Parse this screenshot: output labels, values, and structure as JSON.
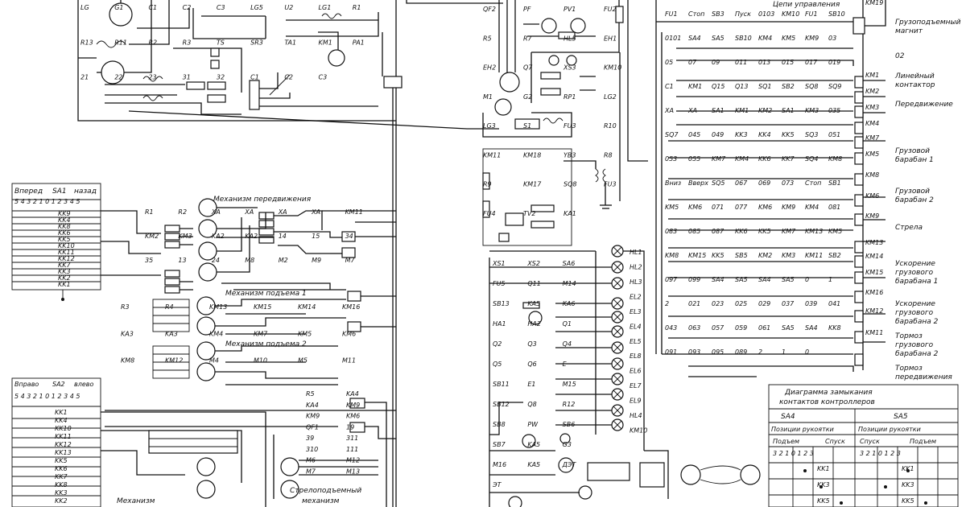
{
  "headers": {
    "control_circuit": "Цепи управления",
    "travel_mechanism": "Механизм передвижения",
    "hoist1": "Механизм подъема 1",
    "hoist2": "Механизм подъема 2",
    "boom_mech_1": "Стрелоподъемный",
    "boom_mech_2": "механизм",
    "mechanism": "Механизм",
    "diagram_title_1": "Диаграмма замыкания",
    "diagram_title_2": "контактов контроллеров"
  },
  "controllers": {
    "sa1": {
      "left": "Вперед",
      "mid": "SA1",
      "right": "назад",
      "positions": "5 4 3 2 1  0  1 2 3 4 5",
      "rows": [
        "KK9",
        "KK4",
        "KK8",
        "KK6",
        "KK5",
        "KK10",
        "KK11",
        "KK12",
        "KK7",
        "KK3",
        "KK2",
        "KK1"
      ]
    },
    "sa2": {
      "left": "Вправо",
      "mid": "SA2",
      "right": "влево",
      "positions": "5 4 3 2 1  0  1 2 3 4 5",
      "rows": [
        "KK1",
        "KK4",
        "KK10",
        "KK11",
        "KK12",
        "KK13",
        "KK5",
        "KK6",
        "KK7",
        "KK8",
        "KK3",
        "KK2"
      ]
    }
  },
  "right_labels": [
    "Грузоподъемный магнит",
    "02",
    "Линейный контактор",
    "Передвижение",
    "Грузовой барабан 1",
    "Грузовой барабан 2",
    "Стрела",
    "Ускорение грузового барабана 1",
    "Ускорение грузового барабана 2",
    "Тормоз грузового барабана 2",
    "Тормоз передвижения"
  ],
  "right_coils": [
    "KM19",
    "KM1",
    "KM2",
    "KM3",
    "KM4",
    "KM7",
    "KM5",
    "KM8",
    "KM6",
    "KM9",
    "KM13",
    "KM14",
    "KM15",
    "KM16",
    "KM12",
    "KM11"
  ],
  "left_top_labels": [
    "LG",
    "G1",
    "C1",
    "C2",
    "C3",
    "LG5",
    "U2",
    "LG1",
    "R1",
    "R13",
    "R11",
    "R2",
    "R3",
    "TS",
    "SR3",
    "TA1",
    "KM1",
    "PA1",
    "21",
    "22",
    "23",
    "31",
    "32",
    "C1",
    "C2",
    "C3"
  ],
  "travel_labels": [
    "R1",
    "R2",
    "XA",
    "XA",
    "XA",
    "XA",
    "KM11",
    "KM2",
    "KM3",
    "KA2",
    "KA2",
    "14",
    "15",
    "34",
    "35",
    "13",
    "24",
    "M8",
    "M2",
    "M9",
    "M7"
  ],
  "hoist_labels": [
    "R3",
    "R4",
    "KM13",
    "KM15",
    "KM14",
    "KM16",
    "KA3",
    "KA3",
    "KM4",
    "KM7",
    "KM5",
    "KM6",
    "KM8",
    "KM12",
    "M4",
    "M10",
    "M5",
    "M11"
  ],
  "boom_labels": [
    "R5",
    "KA4",
    "KA4",
    "KM9",
    "KM9",
    "KM6",
    "QF1",
    "19",
    "39",
    "311",
    "310",
    "111",
    "M6",
    "M12",
    "M7",
    "M13"
  ],
  "middle_labels": [
    "QF2",
    "PF",
    "PV1",
    "FU2",
    "R5",
    "R7",
    "HL5",
    "EH1",
    "EH2",
    "Q7",
    "XS3",
    "KM10",
    "M1",
    "G2",
    "RP1",
    "LG2",
    "LG3",
    "S1",
    "FU3",
    "R10",
    "KM11",
    "KM18",
    "YB3",
    "R8",
    "R9",
    "KM17",
    "SQ8",
    "FU3",
    "FU4",
    "TV2",
    "KA1"
  ],
  "lamp_labels": [
    "HL1",
    "HL2",
    "HL3",
    "EL2",
    "EL3",
    "EL4",
    "EL5",
    "EL8",
    "EL6",
    "EL7",
    "EL9",
    "HL4",
    "KM10"
  ],
  "switch_labels": [
    "XS1",
    "XS2",
    "SA6",
    "FU5",
    "Q11",
    "M14",
    "SB13",
    "KA5",
    "KA6",
    "HA1",
    "HA2",
    "Q1",
    "Q2",
    "Q3",
    "Q4",
    "Q5",
    "Q6",
    "E",
    "SB11",
    "E1",
    "M15",
    "SB12",
    "Q8",
    "R12",
    "SB8",
    "PW",
    "SB6",
    "SB7",
    "KA5",
    "G3",
    "M16",
    "KA5",
    "ДЭТ",
    "ЭТ"
  ],
  "control_labels": [
    "FU1",
    "Стоп",
    "SB3",
    "Пуск",
    "0103",
    "KM10",
    "FU1",
    "SB10",
    "0101",
    "SA4",
    "SA5",
    "SB10",
    "KM4",
    "KM5",
    "KM9",
    "03",
    "05",
    "07",
    "09",
    "011",
    "013",
    "015",
    "017",
    "019",
    "C1",
    "KM1",
    "Q15",
    "Q13",
    "SQ1",
    "SB2",
    "SQ8",
    "SQ9",
    "XA",
    "XA",
    "SA1",
    "KM1",
    "KM2",
    "SA1",
    "KM3",
    "035",
    "SQ7",
    "045",
    "049",
    "KK3",
    "KK4",
    "KK5",
    "SQ3",
    "051",
    "053",
    "055",
    "KM7",
    "KM4",
    "KK6",
    "KK7",
    "SQ4",
    "KM8",
    "Вниз",
    "Вверх",
    "SQ5",
    "067",
    "069",
    "073",
    "Стоп",
    "SB1",
    "KM5",
    "KM6",
    "071",
    "077",
    "KM6",
    "KM9",
    "KM4",
    "081",
    "083",
    "085",
    "087",
    "KK6",
    "KK5",
    "KM7",
    "KM13",
    "KM5",
    "KM8",
    "KM15",
    "KK5",
    "SB5",
    "KM2",
    "KM3",
    "KM11",
    "SB2",
    "097",
    "099",
    "SA4",
    "SA5",
    "SA4",
    "SA5",
    "0",
    "1",
    "2",
    "021",
    "023",
    "025",
    "029",
    "037",
    "039",
    "041",
    "043",
    "063",
    "057",
    "059",
    "061",
    "SA5",
    "SA4",
    "KK8",
    "091",
    "093",
    "095",
    "089",
    "2",
    "1",
    "0"
  ],
  "diagram": {
    "col1": "SA4",
    "col2": "SA5",
    "pos": "Позиции рукоятки",
    "col1_left": "Подъем",
    "col1_right": "Спуск",
    "col2_left": "Спуск",
    "col2_right": "Подъем",
    "nums1": "3 2 1  0  1 2 3",
    "nums2": "3 2 1  0  1 2 3",
    "rows": [
      "KK1",
      "KK3",
      "KK5"
    ]
  }
}
